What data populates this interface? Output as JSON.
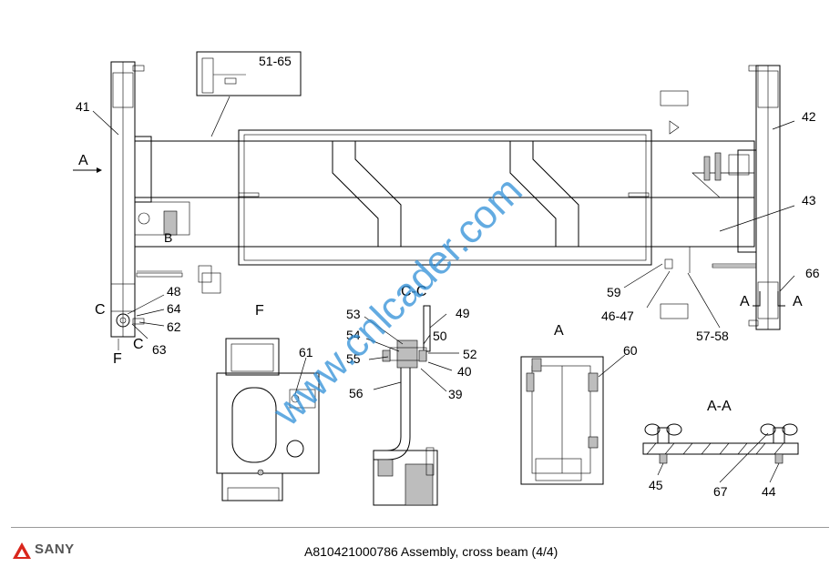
{
  "drawing": {
    "callouts": [
      "41",
      "42",
      "43",
      "44",
      "45",
      "46-47",
      "48",
      "49",
      "50",
      "51-65",
      "52",
      "53",
      "54",
      "55",
      "56",
      "57-58",
      "59",
      "60",
      "61",
      "62",
      "63",
      "64",
      "66",
      "67",
      "39",
      "40"
    ],
    "view_labels": {
      "a_left": "A",
      "a_right_1": "A",
      "a_right_2": "A",
      "c_top": "C",
      "c_bottom": "C",
      "f_left": "F",
      "f_detail": "F",
      "cc_section": "C-C",
      "a_view": "A",
      "aa_section": "A-A",
      "b_mark": "B"
    },
    "watermark": "www.cnlcader.com"
  },
  "footer": {
    "brand": "SANY",
    "brand_color": "#d9261c",
    "caption": "A810421000786 Assembly, cross beam (4/4)"
  }
}
